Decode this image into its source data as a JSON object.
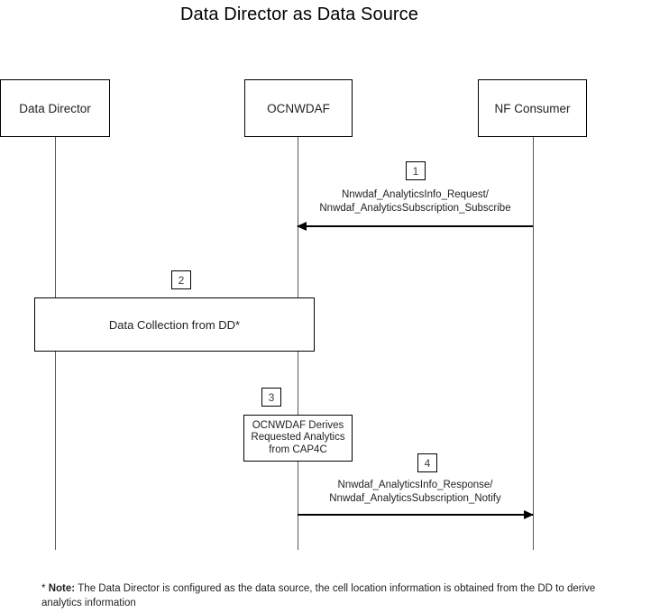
{
  "diagram": {
    "type": "sequence-diagram",
    "title": "Data Director as Data Source",
    "participants": [
      {
        "id": "data-director",
        "label": "Data Director"
      },
      {
        "id": "ocnwdaf",
        "label": "OCNWDAF"
      },
      {
        "id": "nf-consumer",
        "label": "NF Consumer"
      }
    ],
    "steps": [
      {
        "number": "1",
        "kind": "message",
        "from": "nf-consumer",
        "to": "ocnwdaf",
        "direction": "right-to-left",
        "label_lines": [
          "Nnwdaf_AnalyticsInfo_Request/",
          "Nnwdaf_AnalyticsSubscription_Subscribe"
        ]
      },
      {
        "number": "2",
        "kind": "process",
        "spans": [
          "data-director",
          "ocnwdaf"
        ],
        "label_lines": [
          "Data Collection from DD*"
        ]
      },
      {
        "number": "3",
        "kind": "process",
        "spans": [
          "ocnwdaf"
        ],
        "label_lines": [
          "OCNWDAF Derives",
          "Requested Analytics",
          "from CAP4C"
        ]
      },
      {
        "number": "4",
        "kind": "message",
        "from": "ocnwdaf",
        "to": "nf-consumer",
        "direction": "left-to-right",
        "label_lines": [
          "Nnwdaf_AnalyticsInfo_Response/",
          "Nnwdaf_AnalyticsSubscription_Notify"
        ]
      }
    ],
    "footnote": {
      "marker": "*",
      "bold_prefix": "Note:",
      "text": "The Data Director is configured as the data source, the cell location information is obtained from the DD to derive analytics information"
    },
    "colors": {
      "background": "#ffffff",
      "stroke": "#000000",
      "lifeline": "#555a5e",
      "text": "#222222"
    }
  }
}
